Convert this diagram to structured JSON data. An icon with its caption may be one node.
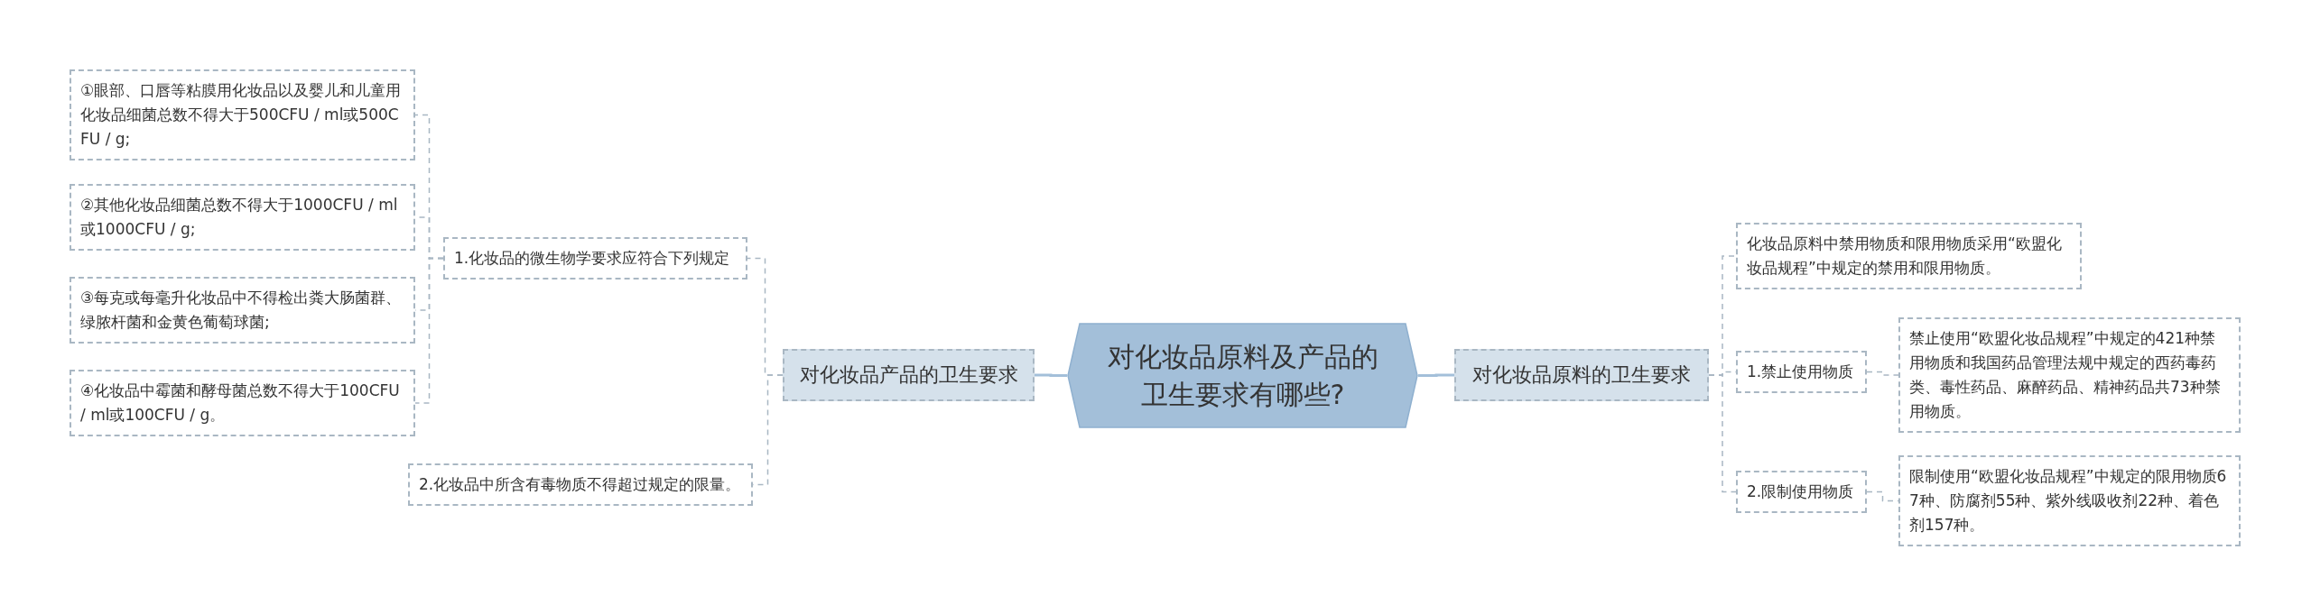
{
  "diagram": {
    "nodes": [
      {
        "text": [
          "对化妆品原料及产品的卫生要求有哪些?"
        ]
      },
      {
        "text": [
          "对化妆品产品的卫生要求"
        ]
      },
      {
        "text": [
          "1.化妆品的微生物学要求应符合下列规定"
        ]
      },
      {
        "text": [
          "①眼部、口唇等粘膜用化妆品以及婴儿和儿童用化妆品细菌总数不得大于500CFU / ml或500CFU / g;"
        ]
      },
      {
        "text": [
          "②其他化妆品细菌总数不得大于1000CFU / ml或1000CFU / g;"
        ]
      },
      {
        "text": [
          "③每克或每毫升化妆品中不得检出粪大肠菌群、绿脓杆菌和金黄色葡萄球菌;"
        ]
      },
      {
        "text": [
          "④化妆品中霉菌和酵母菌总数不得大于100CFU / ml或100CFU / g。"
        ]
      },
      {
        "text": [
          "2.化妆品中所含有毒物质不得超过规定的限量。"
        ]
      },
      {
        "text": [
          "对化妆品原料的卫生要求"
        ]
      },
      {
        "text": [
          "化妆品原料中禁用物质和限用物质采用“欧盟化妆品规程”中规定的禁用和限用物质。"
        ]
      },
      {
        "text": [
          "1.禁止使用物质"
        ]
      },
      {
        "text": [
          "禁止使用“欧盟化妆品规程”中规定的421种禁用物质和我国药品管理法规中规定的西药毒药类、毒性药品、麻醉药品、精神药品共73种禁用物质。"
        ]
      },
      {
        "text": [
          "2.限制使用物质"
        ]
      },
      {
        "text": [
          "限制使用“欧盟化妆品规程”中规定的限用物质67种、防腐剂55种、紫外线吸收剂22种、着色剂157种。"
        ]
      }
    ],
    "edges": [
      {
        "from": 0,
        "to": 1,
        "arrow": "none"
      },
      {
        "from": 1,
        "to": 2,
        "arrow": "none",
        "style": "dashed"
      },
      {
        "from": 2,
        "to": 3,
        "arrow": "none",
        "style": "dashed"
      },
      {
        "from": 2,
        "to": 4,
        "arrow": "none",
        "style": "dashed"
      },
      {
        "from": 2,
        "to": 5,
        "arrow": "none",
        "style": "dashed"
      },
      {
        "from": 2,
        "to": 6,
        "arrow": "none",
        "style": "dashed"
      },
      {
        "from": 1,
        "to": 7,
        "arrow": "none",
        "style": "dashed"
      },
      {
        "from": 0,
        "to": 8,
        "arrow": "none"
      },
      {
        "from": 8,
        "to": 9,
        "arrow": "none",
        "style": "dashed"
      },
      {
        "from": 8,
        "to": 10,
        "arrow": "none",
        "style": "dashed"
      },
      {
        "from": 10,
        "to": 11,
        "arrow": "none",
        "style": "dashed"
      },
      {
        "from": 8,
        "to": 12,
        "arrow": "none",
        "style": "dashed"
      },
      {
        "from": 12,
        "to": 13,
        "arrow": "none",
        "style": "dashed"
      }
    ]
  }
}
